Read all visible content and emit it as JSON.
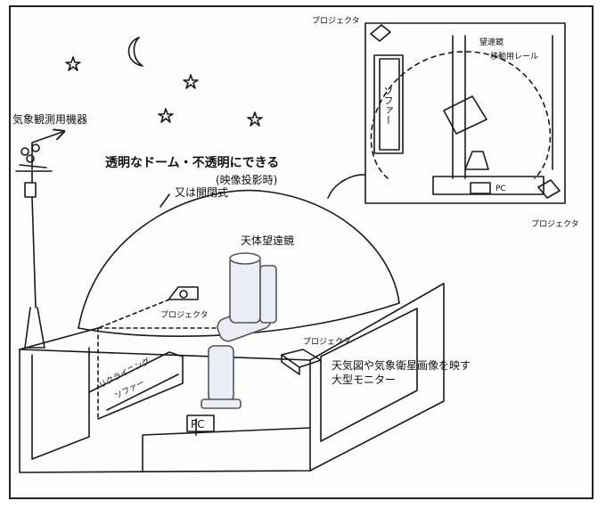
{
  "labels": {
    "weather_instruments": "気象観測用機器",
    "dome_line1": "透明なドーム・不透明にできる",
    "dome_line2": "(映像投影時)",
    "dome_line3": "又は開閉式",
    "telescope": "天体望遠鏡",
    "projector_top_left": "プロジェクタ",
    "projector_top_right": "プロジェクタ",
    "projector_room_left": "プロジェクタ",
    "projector_room_right": "プロジェクタ",
    "plan_telescope": "望遠鏡",
    "plan_rail": "移動用レール",
    "plan_sofa": "ソファー",
    "plan_pc": "PC",
    "room_pc": "PC",
    "sofa_line1": "リクライニング",
    "sofa_line2": "ソファー",
    "monitor_line1": "天気図や気象衛星画像を映す",
    "monitor_line2": "大型モニター"
  },
  "icons": {
    "moon": "crescent-moon-icon",
    "star": "star-icon"
  }
}
